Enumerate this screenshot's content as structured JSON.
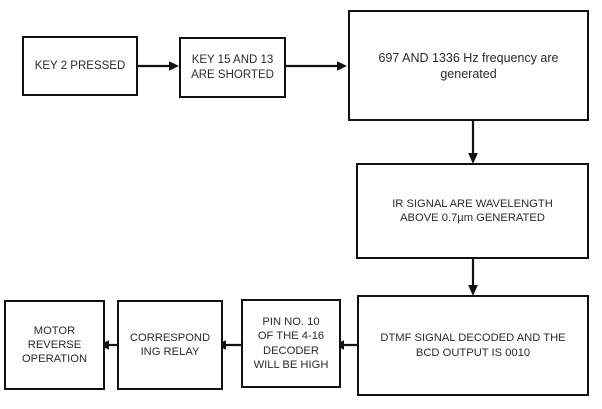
{
  "diagram": {
    "title": "DTMF controlled motor reverse operation flowchart",
    "background_color": "#ffffff",
    "border_color": "#111111",
    "text_color": "#2b2b2b",
    "nodes": [
      {
        "id": "n1",
        "name": "key-2-pressed",
        "label": "KEY 2 PRESSED"
      },
      {
        "id": "n2",
        "name": "key-15-and-13-shorted",
        "label": "KEY 15 AND  13\nARE SHORTED"
      },
      {
        "id": "n3",
        "name": "frequencies-generated",
        "label": "697 AND 1336 Hz frequency are\ngenerated"
      },
      {
        "id": "n4",
        "name": "ir-signal-generated",
        "label": "IR SIGNAL  ARE WAVELENGTH\nABOVE 0.7µm GENERATED"
      },
      {
        "id": "n5",
        "name": "dtmf-signal-decoded",
        "label": "DTMF SIGNAL  DECODED AND THE\nBCD OUTPUT IS 0010"
      },
      {
        "id": "n6",
        "name": "decoder-pin-high",
        "label": "PIN NO. 10\nOF THE 4-16\nDECODER\nWILL BE HIGH"
      },
      {
        "id": "n7",
        "name": "corresponding-relay",
        "label": "CORRESPOND\nING RELAY"
      },
      {
        "id": "n8",
        "name": "motor-reverse-operation",
        "label": "MOTOR\nREVERSE\nOPERATION"
      }
    ],
    "edges": [
      {
        "name": "edge-key2-to-key15",
        "from": "n1",
        "to": "n2",
        "direction": "right"
      },
      {
        "name": "edge-key15-to-frequency",
        "from": "n2",
        "to": "n3",
        "direction": "right"
      },
      {
        "name": "edge-frequency-to-ir",
        "from": "n3",
        "to": "n4",
        "direction": "down"
      },
      {
        "name": "edge-ir-to-dtmf",
        "from": "n4",
        "to": "n5",
        "direction": "down"
      },
      {
        "name": "edge-dtmf-to-pin",
        "from": "n5",
        "to": "n6",
        "direction": "left"
      },
      {
        "name": "edge-pin-to-relay",
        "from": "n6",
        "to": "n7",
        "direction": "left"
      },
      {
        "name": "edge-relay-to-motor",
        "from": "n7",
        "to": "n8",
        "direction": "left"
      }
    ]
  }
}
